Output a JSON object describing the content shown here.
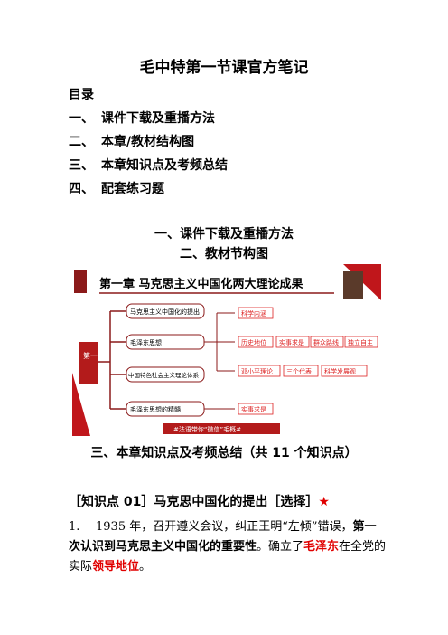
{
  "title": "毛中特第一节课官方笔记",
  "toc": {
    "heading": "目录",
    "items": [
      {
        "num": "一、",
        "label": "课件下载及重播方法"
      },
      {
        "num": "二、",
        "label": "本章/教材结构图"
      },
      {
        "num": "三、",
        "label": "本章知识点及考频总结"
      },
      {
        "num": "四、",
        "label": "配套练习题"
      }
    ]
  },
  "sections": {
    "s1": "一、课件下载及重播方法",
    "s2": "二、教材节构图",
    "s3": "三、本章知识点及考频总结（共 11 个知识点）"
  },
  "figure": {
    "heading": "第一章 马克思主义中国化两大理论成果",
    "chapter_tag": "第一章",
    "nodes": [
      "马克思主义中国化的提出",
      "毛泽东思想",
      "中国特色社会主义理论体系",
      "毛泽东思想的精髓"
    ],
    "tags": [
      "科学内涵",
      "历史地位",
      "实事求是",
      "群众路线",
      "独立自主",
      "邓小平理论",
      "三个代表",
      "科学发展观",
      "实事求是"
    ],
    "footer": "#法语带你“微信”毛概#"
  },
  "knowledge_point": {
    "title": "［知识点 01］马克思中国化的提出［选择］",
    "star": "★",
    "item_num": "1.",
    "seg1": "1935 年，召开遵义会议，纠正王明“左倾”错误，",
    "seg2": "第一次认识到马克思主义中国化的重要性",
    "seg3": "。确立了",
    "seg4": "毛泽东",
    "seg5": "在全党的实际",
    "seg6": "领导地位",
    "seg7": "。"
  },
  "colors": {
    "accent_red": "#e00000",
    "dark_red": "#8b1a1a"
  }
}
